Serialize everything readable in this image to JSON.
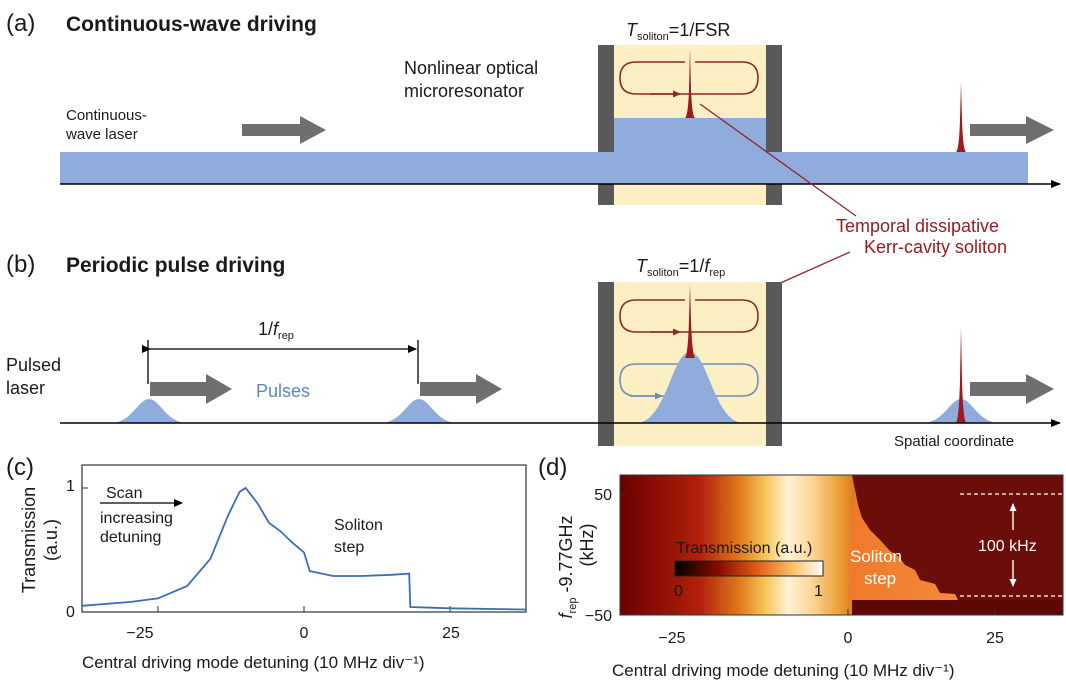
{
  "panel_a": {
    "label": "(a)",
    "title": "Continuous-wave driving",
    "laser_label_line1": "Continuous-",
    "laser_label_line2": "wave laser",
    "resonator_line1": "Nonlinear optical",
    "resonator_line2": "microresonator",
    "period_T": "T",
    "period_sub": "soliton",
    "period_rest": "=1/FSR"
  },
  "annotation": {
    "line1": "Temporal dissipative",
    "line2": "Kerr-cavity soliton"
  },
  "panel_b": {
    "label": "(b)",
    "title": "Periodic pulse driving",
    "laser_line1": "Pulsed",
    "laser_line2": "laser",
    "spacing_pre": "1/",
    "spacing_f": "f",
    "spacing_sub": "rep",
    "pulses_label": "Pulses",
    "period_T": "T",
    "period_sub": "soliton",
    "period_mid": "=1/",
    "period_f": "f",
    "period_fsub": "rep",
    "axis_label": "Spatial coordinate"
  },
  "panel_c": {
    "label": "(c)",
    "scan_line1": "Scan",
    "scan_line2": "increasing",
    "scan_line3": "detuning",
    "step_line1": "Soliton",
    "step_line2": "step",
    "ylabel_line1": "Transmission",
    "ylabel_line2": "(a.u.)",
    "xlabel": "Central driving mode detuning (10 MHz div⁻¹)",
    "xticks": [
      "−25",
      "0",
      "25"
    ],
    "yticks": [
      "1",
      "0"
    ]
  },
  "panel_d": {
    "label": "(d)",
    "ylabel_f": "f",
    "ylabel_sub": "rep",
    "ylabel_rest": " -9.77GHz",
    "ylabel_unit": "(kHz)",
    "xlabel": "Central driving mode detuning (10 MHz div⁻¹)",
    "xticks": [
      "−25",
      "0",
      "25"
    ],
    "yticks": [
      "50",
      "−50"
    ],
    "colorbar_title": "Transmission (a.u.)",
    "colorbar_min": "0",
    "colorbar_max": "1",
    "step_line1": "Soliton",
    "step_line2": "step",
    "span_label": "100 kHz"
  },
  "chart_data": {
    "type": "line",
    "xlim": [
      -38,
      38
    ],
    "ylim": [
      0,
      1
    ],
    "x": [
      -38,
      -30,
      -25,
      -20,
      -16,
      -13,
      -11,
      -10,
      -8,
      -6,
      -4,
      -2,
      0,
      1,
      5,
      10,
      15,
      18,
      18.2,
      25,
      38
    ],
    "series": [
      {
        "values": [
          0.05,
          0.08,
          0.11,
          0.21,
          0.43,
          0.78,
          0.97,
          1.0,
          0.88,
          0.72,
          0.65,
          0.56,
          0.48,
          0.33,
          0.29,
          0.29,
          0.3,
          0.31,
          0.04,
          0.03,
          0.02
        ]
      }
    ]
  },
  "colors": {
    "beam": "#8facdd",
    "resonator_fill": "#fcefc4",
    "wall": "#595959",
    "soliton": "#9b1b20",
    "curve": "#3d6db5"
  }
}
